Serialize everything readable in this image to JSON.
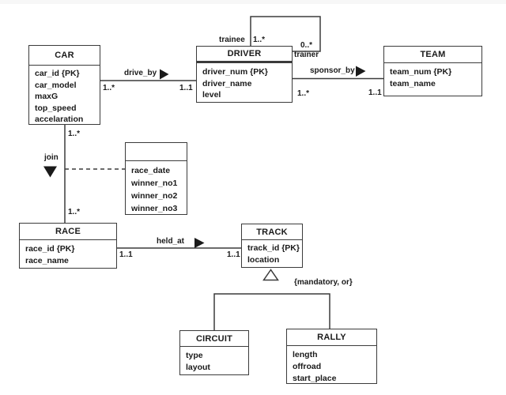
{
  "entities": {
    "car": {
      "title": "CAR",
      "attrs": [
        "car_id {PK}",
        "car_model",
        "maxG",
        "top_speed",
        "accelaration"
      ]
    },
    "driver": {
      "title": "DRIVER",
      "attrs": [
        "driver_num {PK}",
        "driver_name",
        "level"
      ]
    },
    "team": {
      "title": "TEAM",
      "attrs": [
        "team_num {PK}",
        "team_name"
      ]
    },
    "race": {
      "title": "RACE",
      "attrs": [
        "race_id {PK}",
        "race_name"
      ]
    },
    "track": {
      "title": "TRACK",
      "attrs": [
        "track_id {PK}",
        "location"
      ]
    },
    "circuit": {
      "title": "CIRCUIT",
      "attrs": [
        "type",
        "layout"
      ]
    },
    "rally": {
      "title": "RALLY",
      "attrs": [
        "length",
        "offroad",
        "start_place"
      ]
    },
    "race_result": {
      "title": "",
      "attrs": [
        "race_date",
        "winner_no1",
        "winner_no2",
        "winner_no3"
      ]
    }
  },
  "relationships": {
    "drive_by": {
      "label": "drive_by",
      "card_car": "1..*",
      "card_driver": "1..1"
    },
    "sponsor_by": {
      "label": "sponsor_by",
      "card_driver": "1..*",
      "card_team": "1..1"
    },
    "held_at": {
      "label": "held_at",
      "card_race": "1..1",
      "card_track": "1..1"
    },
    "join": {
      "label": "join",
      "card_car": "1..*",
      "card_race": "1..*"
    },
    "trainer_loop": {
      "trainee_label": "trainee",
      "trainee_card": "1..*",
      "trainer_card": "0..*",
      "trainer_label": "trainer"
    }
  },
  "generalization": {
    "constraint": "{mandatory, or}"
  },
  "colors": {
    "line": "#3b3b3b",
    "text": "#1a1a1a",
    "background": "#ffffff"
  }
}
